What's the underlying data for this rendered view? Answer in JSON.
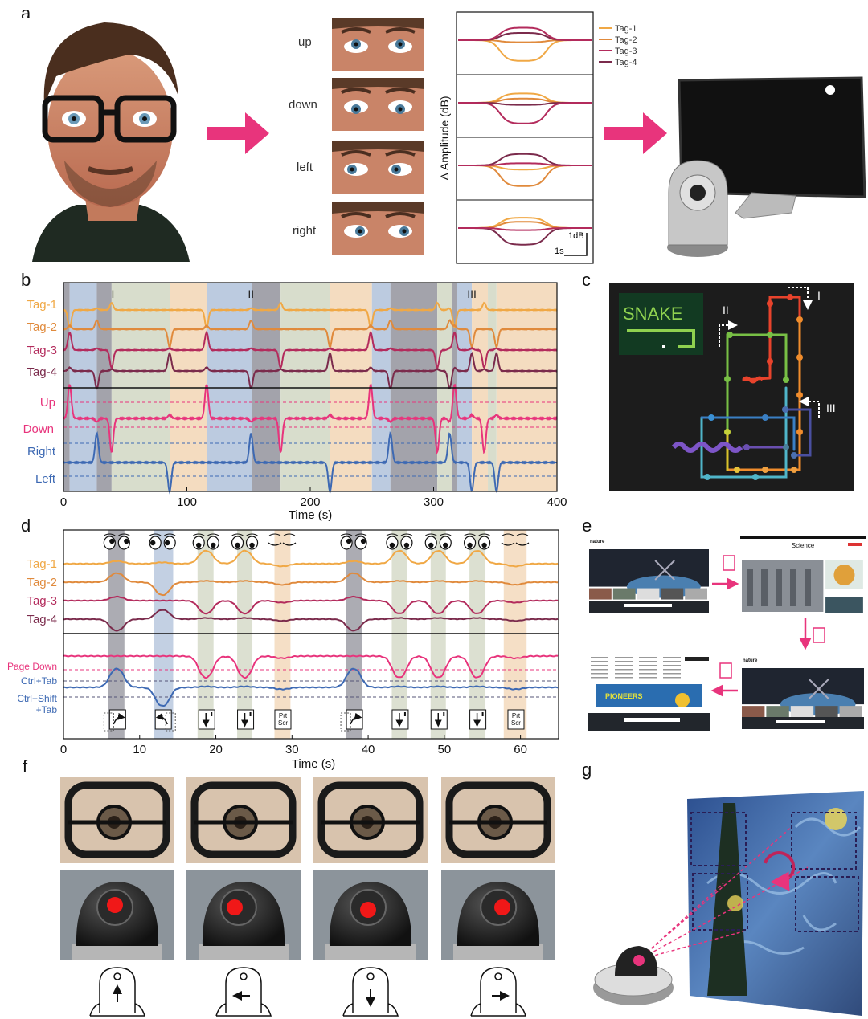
{
  "panel_labels": {
    "a": "a",
    "b": "b",
    "c": "c",
    "d": "d",
    "e": "e",
    "f": "f",
    "g": "g"
  },
  "panel_a": {
    "eye_labels": [
      "up",
      "down",
      "left",
      "right"
    ],
    "ylabel": "Δ Amplitude (dB)",
    "legend": [
      "Tag-1",
      "Tag-2",
      "Tag-3",
      "Tag-4"
    ],
    "scale_db": "1dB",
    "scale_s": "1s"
  },
  "panel_b": {
    "tag_labels": [
      "Tag-1",
      "Tag-2",
      "Tag-3",
      "Tag-4"
    ],
    "output_labels": [
      "Up",
      "Down",
      "Right",
      "Left"
    ],
    "markers": [
      "I",
      "II",
      "III"
    ],
    "ticks": [
      "0",
      "100",
      "200",
      "300",
      "400"
    ],
    "xlabel": "Time (s)"
  },
  "panel_c": {
    "title": "SNAKE",
    "markers": [
      "I",
      "II",
      "III"
    ]
  },
  "panel_d": {
    "tag_labels": [
      "Tag-1",
      "Tag-2",
      "Tag-3",
      "Tag-4"
    ],
    "output_labels": [
      "Page Down",
      "Ctrl+Tab",
      "Ctrl+Shift",
      "+Tab"
    ],
    "key_prt": "Prt",
    "key_scr": "Scr",
    "ticks": [
      "0",
      "10",
      "20",
      "30",
      "40",
      "50",
      "60"
    ],
    "xlabel": "Time (s)"
  },
  "panel_e": {
    "site_nature": "nature",
    "site_science": "Science",
    "banner": "PIONEERS"
  },
  "colors": {
    "tag1": "#f0a845",
    "tag2": "#e08a3c",
    "tag3": "#b32b5c",
    "tag4": "#7b2b4c",
    "updown": "#e8347c",
    "rightleft": "#3d69b3",
    "accent_arrow": "#e8347c",
    "shade_blue": "#bccbe0",
    "shade_gray": "#a3a3ab",
    "shade_green": "#d8ddcc",
    "shade_orange": "#f4dcc0"
  },
  "chart_data": [
    {
      "panel": "a",
      "type": "line",
      "ylabel": "Δ Amplitude (dB)",
      "legend": [
        "Tag-1",
        "Tag-2",
        "Tag-3",
        "Tag-4"
      ],
      "series": [
        {
          "name": "up",
          "amplitudes_db": [
            -1.0,
            -0.1,
            0.6,
            0.35
          ]
        },
        {
          "name": "down",
          "amplitudes_db": [
            0.45,
            0.2,
            -1.0,
            -0.1
          ]
        },
        {
          "name": "left",
          "amplitudes_db": [
            -0.2,
            -1.0,
            0.1,
            0.55
          ]
        },
        {
          "name": "right",
          "amplitudes_db": [
            0.5,
            0.3,
            -0.1,
            -0.8
          ]
        }
      ]
    },
    {
      "panel": "b",
      "type": "line",
      "xlabel": "Time (s)",
      "xlim": [
        0,
        400
      ],
      "signatures": {
        "Up": {
          "tags": [
            -1.0,
            0.2,
            1.0,
            0.2
          ],
          "updown": 1,
          "rightleft": 0
        },
        "Down": {
          "tags": [
            0.4,
            0.0,
            -1.0,
            0.1
          ],
          "updown": -1,
          "rightleft": 0
        },
        "Right": {
          "tags": [
            0.1,
            0.5,
            0.1,
            -1.0
          ],
          "updown": -0.1,
          "rightleft": 1
        },
        "Left": {
          "tags": [
            0.0,
            -1.0,
            0.1,
            1.0
          ],
          "updown": 0.1,
          "rightleft": -1
        }
      },
      "events": [
        [
          5,
          "Up"
        ],
        [
          27,
          "Right"
        ],
        [
          39,
          "Down"
        ],
        [
          86,
          "Left"
        ],
        [
          116,
          "Up"
        ],
        [
          152,
          "Right"
        ],
        [
          176,
          "Down"
        ],
        [
          216,
          "Left"
        ],
        [
          249,
          "Up"
        ],
        [
          265,
          "Right"
        ],
        [
          303,
          "Down"
        ],
        [
          313,
          "Right"
        ],
        [
          317,
          "Up"
        ],
        [
          331,
          "Left"
        ],
        [
          341,
          "Down"
        ],
        [
          351,
          "Left"
        ]
      ],
      "shading": [
        [
          0,
          5,
          "gray"
        ],
        [
          5,
          27,
          "blue"
        ],
        [
          27,
          39,
          "gray"
        ],
        [
          39,
          86,
          "green"
        ],
        [
          86,
          116,
          "orange"
        ],
        [
          116,
          153,
          "blue"
        ],
        [
          153,
          176,
          "gray"
        ],
        [
          176,
          216,
          "green"
        ],
        [
          216,
          250,
          "orange"
        ],
        [
          250,
          265,
          "blue"
        ],
        [
          265,
          303,
          "gray"
        ],
        [
          303,
          315,
          "green"
        ],
        [
          315,
          319,
          "gray"
        ],
        [
          319,
          331,
          "blue"
        ],
        [
          331,
          344,
          "orange"
        ],
        [
          344,
          351,
          "green"
        ],
        [
          351,
          400,
          "orange"
        ]
      ],
      "markers": [
        [
          40,
          "I"
        ],
        [
          152,
          "II"
        ],
        [
          331,
          "III"
        ]
      ]
    },
    {
      "panel": "d",
      "type": "line",
      "xlabel": "Time (s)",
      "xlim": [
        0,
        65
      ],
      "signatures": {
        "Ctrl+Tab": {
          "tags": [
            0.2,
            0.7,
            0.3,
            -1.0
          ],
          "pagedown": 0,
          "tab": 1
        },
        "Ctrl+Shift+Tab": {
          "tags": [
            0.1,
            -1.0,
            0.0,
            0.8
          ],
          "pagedown": 0,
          "tab": -1
        },
        "Page Down": {
          "tags": [
            1.0,
            0.1,
            -1.0,
            0.1
          ],
          "pagedown": -1,
          "tab": 0.05
        },
        "Prt Scr": {
          "tags": [
            -0.2,
            -0.2,
            -0.15,
            -0.15
          ],
          "pagedown": -0.1,
          "tab": -0.1
        }
      },
      "events": [
        [
          7,
          "Ctrl+Tab"
        ],
        [
          13,
          "Ctrl+Shift+Tab"
        ],
        [
          18.7,
          "Page Down"
        ],
        [
          23.8,
          "Page Down"
        ],
        [
          28.7,
          "Prt Scr"
        ],
        [
          38.1,
          "Ctrl+Tab"
        ],
        [
          44.1,
          "Page Down"
        ],
        [
          49.2,
          "Page Down"
        ],
        [
          54.3,
          "Page Down"
        ],
        [
          59.3,
          "Prt Scr"
        ]
      ],
      "shading": [
        [
          5.9,
          8.0,
          "gray"
        ],
        [
          11.9,
          14.4,
          "blue"
        ],
        [
          17.6,
          19.7,
          "green"
        ],
        [
          22.8,
          24.8,
          "green"
        ],
        [
          27.7,
          29.8,
          "orange"
        ],
        [
          37.1,
          39.2,
          "gray"
        ],
        [
          43.1,
          45.1,
          "green"
        ],
        [
          48.2,
          50.2,
          "green"
        ],
        [
          53.3,
          55.4,
          "green"
        ],
        [
          57.8,
          60.8,
          "orange"
        ]
      ]
    }
  ]
}
